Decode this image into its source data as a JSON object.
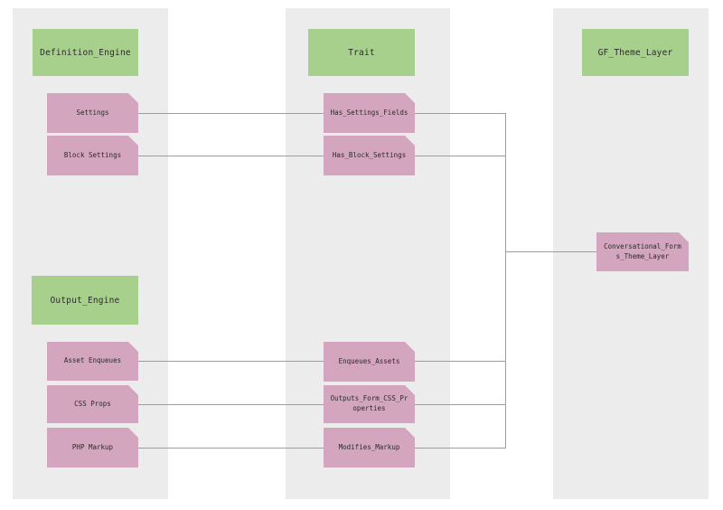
{
  "colors": {
    "canvas_bg": "#ffffff",
    "lane_bg": "#ececec",
    "group_fill": "#a8d08d",
    "node_fill": "#d3a5be",
    "line_color": "#9d9d9d",
    "text_color": "#2b2b2b"
  },
  "groups": {
    "definition_engine": {
      "label": "Definition_Engine"
    },
    "output_engine": {
      "label": "Output_Engine"
    },
    "trait": {
      "label": "Trait"
    },
    "gf_theme_layer": {
      "label": "GF_Theme_Layer"
    }
  },
  "nodes": {
    "settings": {
      "label": "Settings"
    },
    "block_settings": {
      "label": "Block Settings"
    },
    "asset_enqueues": {
      "label": "Asset Enqueues"
    },
    "css_props": {
      "label": "CSS Props"
    },
    "php_markup": {
      "label": "PHP Markup"
    },
    "has_settings_fields": {
      "label": "Has_Settings_Fields"
    },
    "has_block_settings": {
      "label": "Has_Block_Settings"
    },
    "enqueues_assets": {
      "label": "Enqueues_Assets"
    },
    "outputs_form_css_properties": {
      "label": "Outputs_Form_CSS_Pr\noperties"
    },
    "modifies_markup": {
      "label": "Modifies_Markup"
    },
    "conversational_forms_theme_layer": {
      "label": "Conversational_Form\ns_Theme_Layer"
    }
  },
  "edges": [
    {
      "from": "Settings",
      "to": "Has_Settings_Fields"
    },
    {
      "from": "Block Settings",
      "to": "Has_Block_Settings"
    },
    {
      "from": "Asset Enqueues",
      "to": "Enqueues_Assets"
    },
    {
      "from": "CSS Props",
      "to": "Outputs_Form_CSS_Properties"
    },
    {
      "from": "PHP Markup",
      "to": "Modifies_Markup"
    },
    {
      "from": "Has_Settings_Fields",
      "to": "Conversational_Forms_Theme_Layer"
    },
    {
      "from": "Has_Block_Settings",
      "to": "Conversational_Forms_Theme_Layer"
    },
    {
      "from": "Enqueues_Assets",
      "to": "Conversational_Forms_Theme_Layer"
    },
    {
      "from": "Outputs_Form_CSS_Properties",
      "to": "Conversational_Forms_Theme_Layer"
    },
    {
      "from": "Modifies_Markup",
      "to": "Conversational_Forms_Theme_Layer"
    }
  ]
}
